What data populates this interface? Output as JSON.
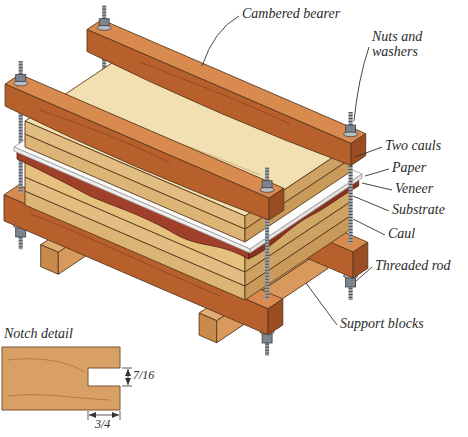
{
  "diagram": {
    "labels": [
      "Cambered bearer",
      "Nuts and washers",
      "Two cauls",
      "Paper",
      "Veneer",
      "Substrate",
      "Caul",
      "Threaded rod",
      "Support blocks",
      "Notch detail",
      "7/16",
      "3/4"
    ]
  }
}
